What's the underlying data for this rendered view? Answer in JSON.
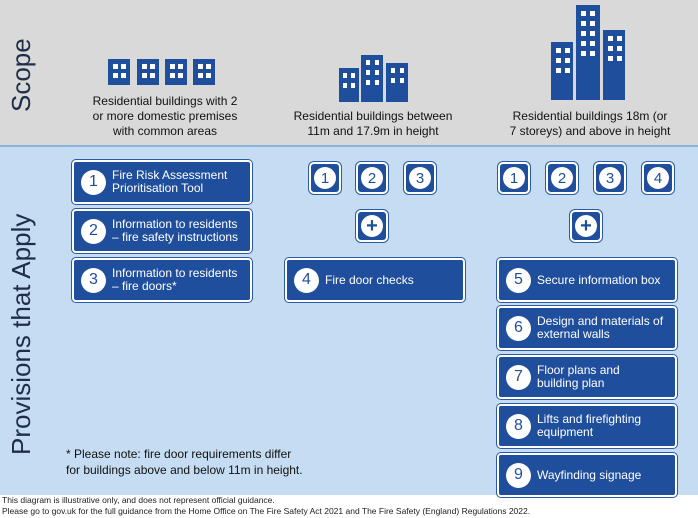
{
  "section_labels": {
    "scope": "Scope",
    "provisions": "Provisions that Apply"
  },
  "columns": [
    {
      "caption_line1": "Residential buildings with 2",
      "caption_line2": "or more domestic premises",
      "caption_line3": "with common areas"
    },
    {
      "caption_line1": "Residential buildings between",
      "caption_line2": "11m and 17.9m in height"
    },
    {
      "caption_line1": "Residential buildings  18m (or",
      "caption_line2": "7 storeys) and above in height"
    }
  ],
  "provisions": [
    {
      "number": "1",
      "line1": "Fire Risk Assessment",
      "line2": "Prioritisation Tool"
    },
    {
      "number": "2",
      "line1": "Information to residents",
      "line2": "– fire safety instructions"
    },
    {
      "number": "3",
      "line1": "Information to residents",
      "line2": "– fire doors*"
    },
    {
      "number": "4",
      "line1": "Fire door checks",
      "line2": ""
    },
    {
      "number": "5",
      "line1": "Secure information box",
      "line2": ""
    },
    {
      "number": "6",
      "line1": "Design and materials of",
      "line2": "external walls"
    },
    {
      "number": "7",
      "line1": "Floor plans and",
      "line2": "building plan"
    },
    {
      "number": "8",
      "line1": "Lifts and firefighting",
      "line2": "equipment"
    },
    {
      "number": "9",
      "line1": "Wayfinding signage",
      "line2": ""
    }
  ],
  "plus_symbol": "+",
  "note_line1": "* Please note: fire door requirements differ",
  "note_line2": "for buildings  above and below 11m in height.",
  "footer_line1": "This diagram is illustrative only, and does not represent official guidance.",
  "footer_line2": "Please go to gov.uk for the full guidance from the Home Office on The Fire Safety Act 2021 and The Fire Safety (England) Regulations 2022.",
  "colors": {
    "navy": "#1f4f9c",
    "scope_bg": "#d9d9d9",
    "provisions_bg": "#c6dcf2"
  }
}
